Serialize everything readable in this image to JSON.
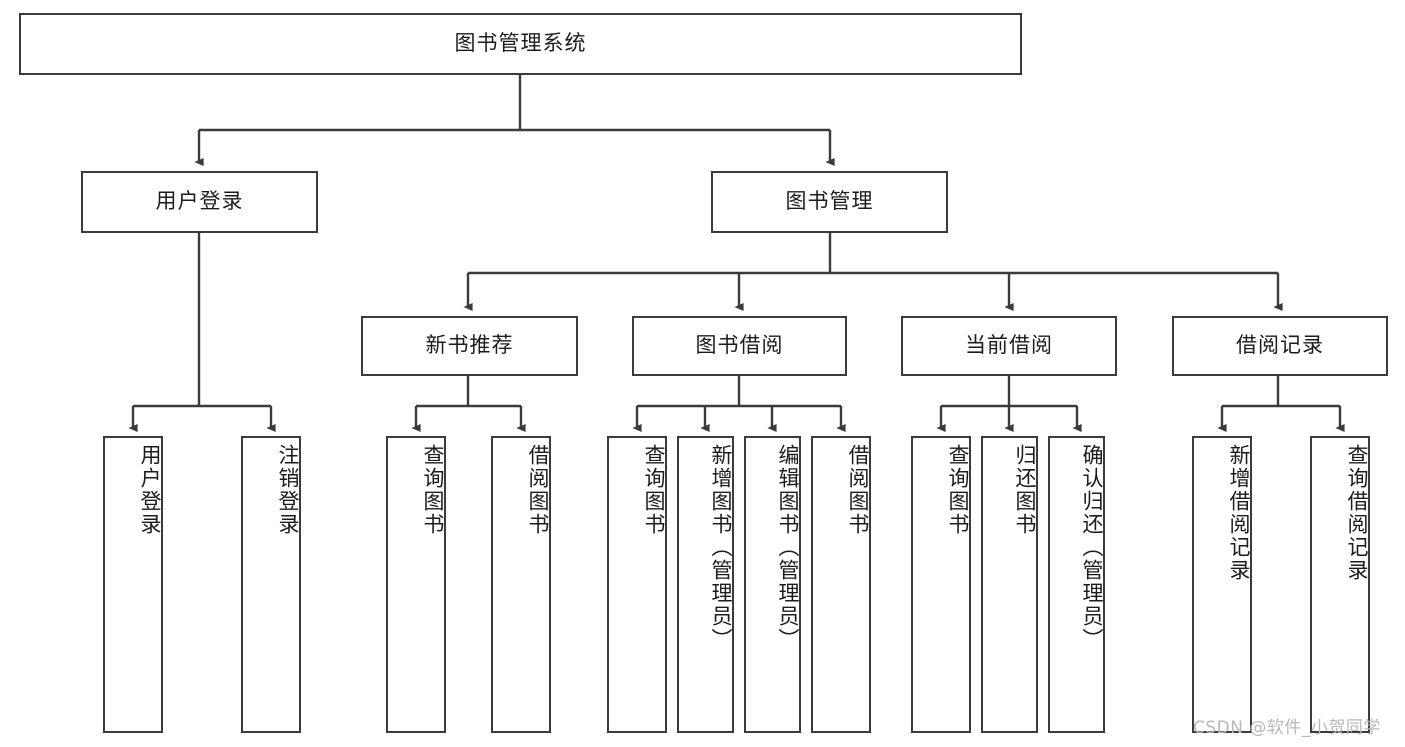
{
  "diagram": {
    "title": "图书管理系统",
    "type": "tree",
    "watermark": "CSDN @软件_小贺同学",
    "levels": {
      "root": {
        "label": "图书管理系统"
      },
      "level2": [
        {
          "id": "user-login",
          "label": "用户登录"
        },
        {
          "id": "book-management",
          "label": "图书管理"
        }
      ],
      "level3": [
        {
          "id": "new-book-recommend",
          "label": "新书推荐",
          "parent": "book-management"
        },
        {
          "id": "book-borrow",
          "label": "图书借阅",
          "parent": "book-management"
        },
        {
          "id": "current-borrow",
          "label": "当前借阅",
          "parent": "book-management"
        },
        {
          "id": "borrow-record",
          "label": "借阅记录",
          "parent": "book-management"
        }
      ],
      "leaves": [
        {
          "id": "leaf-user-login",
          "label": "用户登录",
          "parent": "user-login"
        },
        {
          "id": "leaf-logout-login",
          "label": "注销登录",
          "parent": "user-login"
        },
        {
          "id": "leaf-query-book-1",
          "label": "查询图书",
          "parent": "new-book-recommend"
        },
        {
          "id": "leaf-borrow-book-1",
          "label": "借阅图书",
          "parent": "new-book-recommend"
        },
        {
          "id": "leaf-query-book-2",
          "label": "查询图书",
          "parent": "book-borrow"
        },
        {
          "id": "leaf-add-book",
          "label": "新增图书（管理员）",
          "parent": "book-borrow"
        },
        {
          "id": "leaf-edit-book",
          "label": "编辑图书（管理员）",
          "parent": "book-borrow"
        },
        {
          "id": "leaf-borrow-book-2",
          "label": "借阅图书",
          "parent": "book-borrow"
        },
        {
          "id": "leaf-query-book-3",
          "label": "查询图书",
          "parent": "current-borrow"
        },
        {
          "id": "leaf-return-book",
          "label": "归还图书",
          "parent": "current-borrow"
        },
        {
          "id": "leaf-confirm-return",
          "label": "确认归还（管理员）",
          "parent": "current-borrow"
        },
        {
          "id": "leaf-add-record",
          "label": "新增借阅记录",
          "parent": "borrow-record"
        },
        {
          "id": "leaf-query-record",
          "label": "查询借阅记录",
          "parent": "borrow-record"
        }
      ]
    },
    "colors": {
      "stroke": "#3b3b3b",
      "fill": "#ffffff",
      "text": "#1c1c1c",
      "watermark": "#b9b9b9"
    }
  }
}
